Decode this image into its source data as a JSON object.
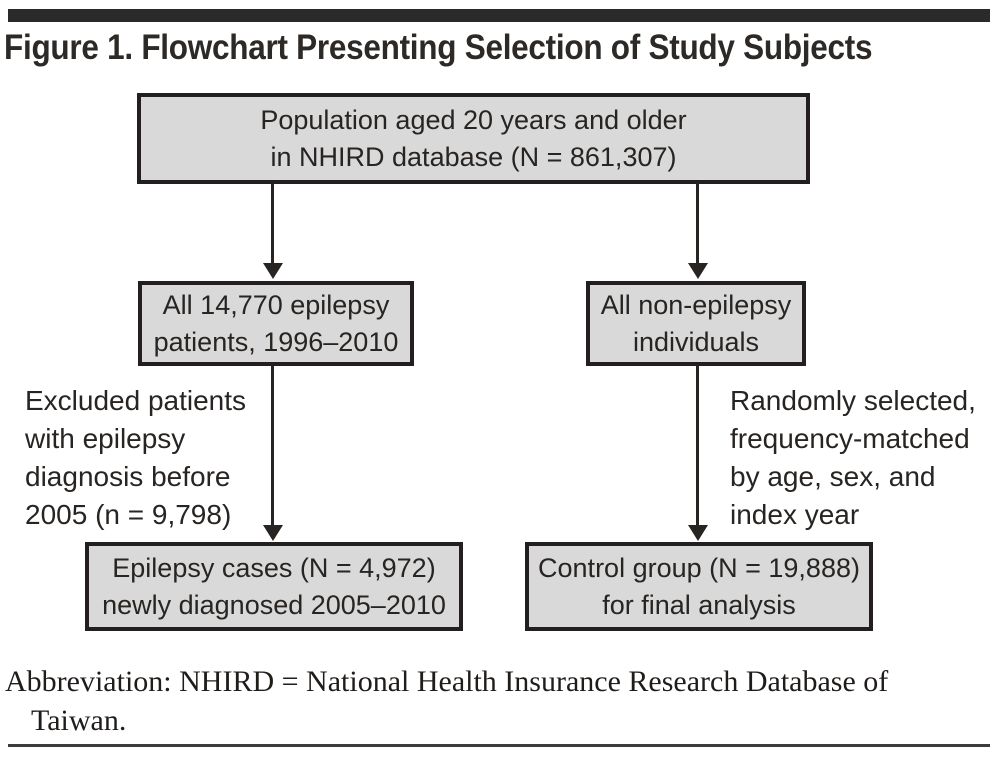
{
  "colors": {
    "ink": "#272421",
    "box_fill": "#d9d9d9",
    "box_border": "#231f20",
    "title_bar": "#2b2a28",
    "bottom_rule": "#3c3c3c",
    "background": "#ffffff"
  },
  "figure": {
    "title": "Figure 1. Flowchart Presenting Selection of Study Subjects",
    "abbreviation": {
      "line1": "Abbreviation: NHIRD = National Health Insurance Research Database of",
      "line2": "Taiwan."
    }
  },
  "flowchart": {
    "population_box": {
      "line1": "Population aged 20 years and older",
      "line2": "in NHIRD database (N = 861,307)"
    },
    "epilepsy_box": {
      "line1": "All 14,770 epilepsy",
      "line2": "patients, 1996–2010"
    },
    "non_epilepsy_box": {
      "line1": "All non-epilepsy",
      "line2": "individuals"
    },
    "excluded_note": {
      "line1": "Excluded patients",
      "line2": "with epilepsy",
      "line3": "diagnosis before",
      "line4": "2005 (n = 9,798)"
    },
    "matched_note": {
      "line1": "Randomly selected,",
      "line2": "frequency-matched",
      "line3": "by age, sex, and",
      "line4": "index year"
    },
    "cases_box": {
      "line1": "Epilepsy cases (N = 4,972)",
      "line2": "newly diagnosed 2005–2010"
    },
    "control_box": {
      "line1": "Control group (N = 19,888)",
      "line2": "for final analysis"
    }
  }
}
